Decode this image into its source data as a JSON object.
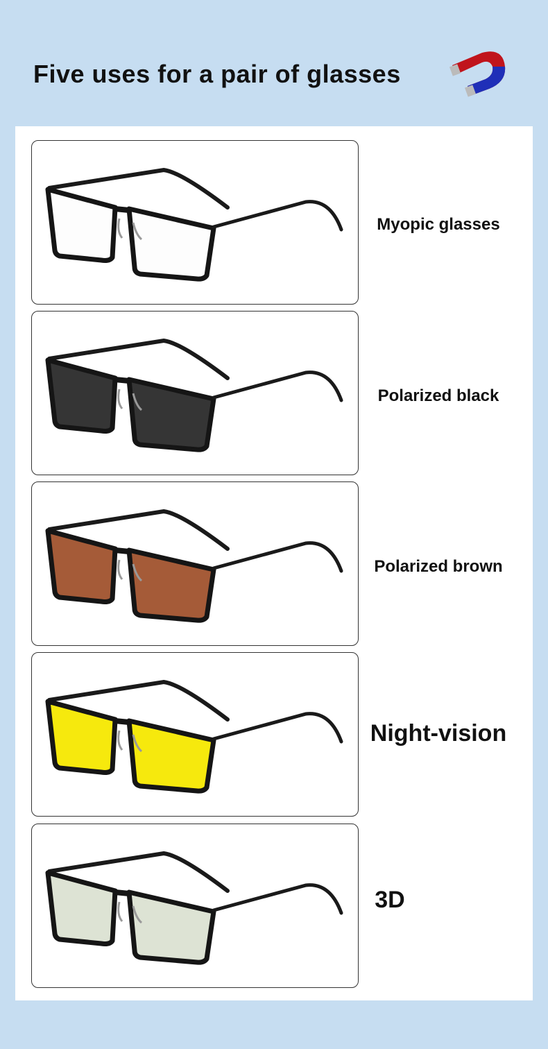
{
  "header": {
    "title": "Five uses for a pair of glasses",
    "icon": "magnet-icon"
  },
  "items": [
    {
      "label": "Myopic glasses",
      "lens_color": "#f7f7f7",
      "lens_opacity": 0.3
    },
    {
      "label": "Polarized black",
      "lens_color": "#2a2a2a",
      "lens_opacity": 0.95
    },
    {
      "label": "Polarized brown",
      "lens_color": "#a0522d",
      "lens_opacity": 0.95
    },
    {
      "label": "Night-vision",
      "lens_color": "#f5e800",
      "lens_opacity": 0.95
    },
    {
      "label": "3D",
      "lens_color": "#d9e0cf",
      "lens_opacity": 0.9
    }
  ]
}
